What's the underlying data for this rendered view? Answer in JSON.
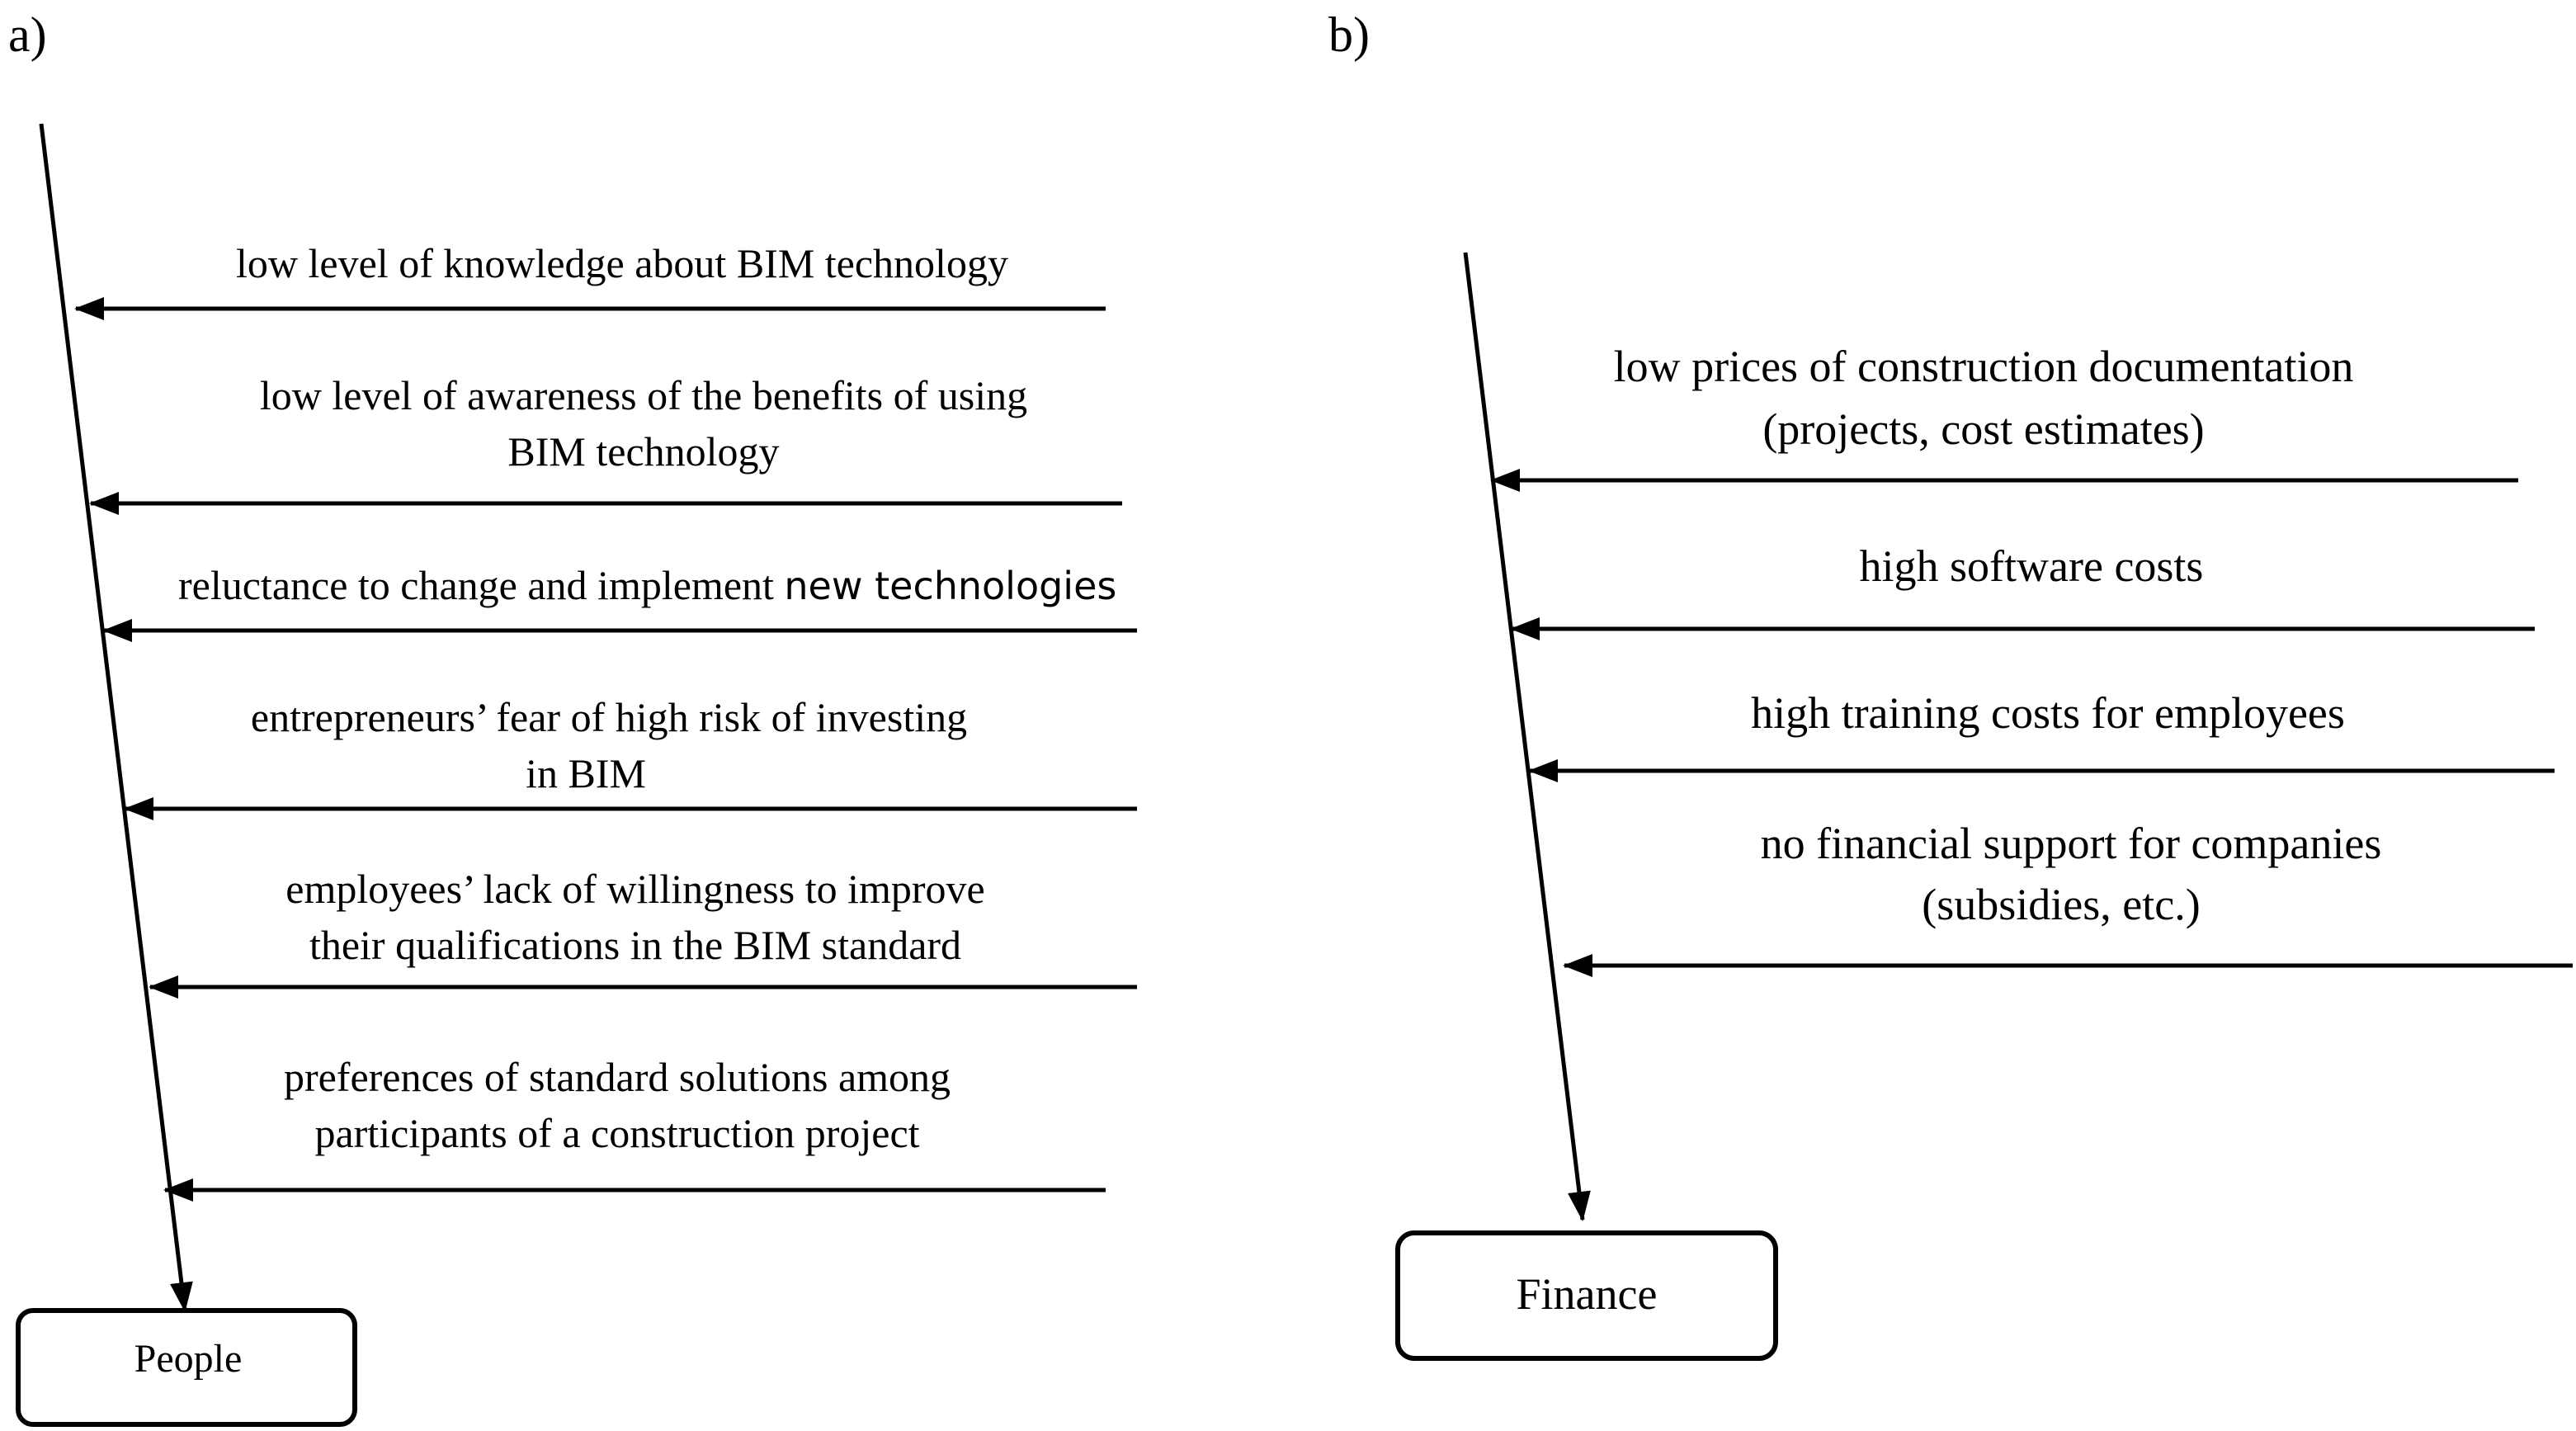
{
  "panel_a": {
    "label": "a)",
    "effect": "People",
    "causes": [
      {
        "lines": [
          "low level of knowledge about BIM technology"
        ]
      },
      {
        "lines": [
          "low level of awareness of the benefits of using",
          "BIM technology"
        ]
      },
      {
        "lines": [
          "reluctance to change and implement ",
          "new technologies"
        ]
      },
      {
        "lines": [
          "entrepreneurs’ fear of high risk of investing",
          "in BIM"
        ]
      },
      {
        "lines": [
          "employees’ lack of willingness to improve",
          "their qualifications in the BIM standard"
        ]
      },
      {
        "lines": [
          "preferences of standard solutions among",
          "participants of a construction project"
        ]
      }
    ]
  },
  "panel_b": {
    "label": "b)",
    "effect": "Finance",
    "causes": [
      {
        "lines": [
          "low prices of construction documentation",
          "(projects, cost estimates)"
        ]
      },
      {
        "lines": [
          "high software costs"
        ]
      },
      {
        "lines": [
          "high training costs for employees"
        ]
      },
      {
        "lines": [
          "no financial support for companies",
          "(subsidies, etc.)"
        ]
      }
    ]
  }
}
